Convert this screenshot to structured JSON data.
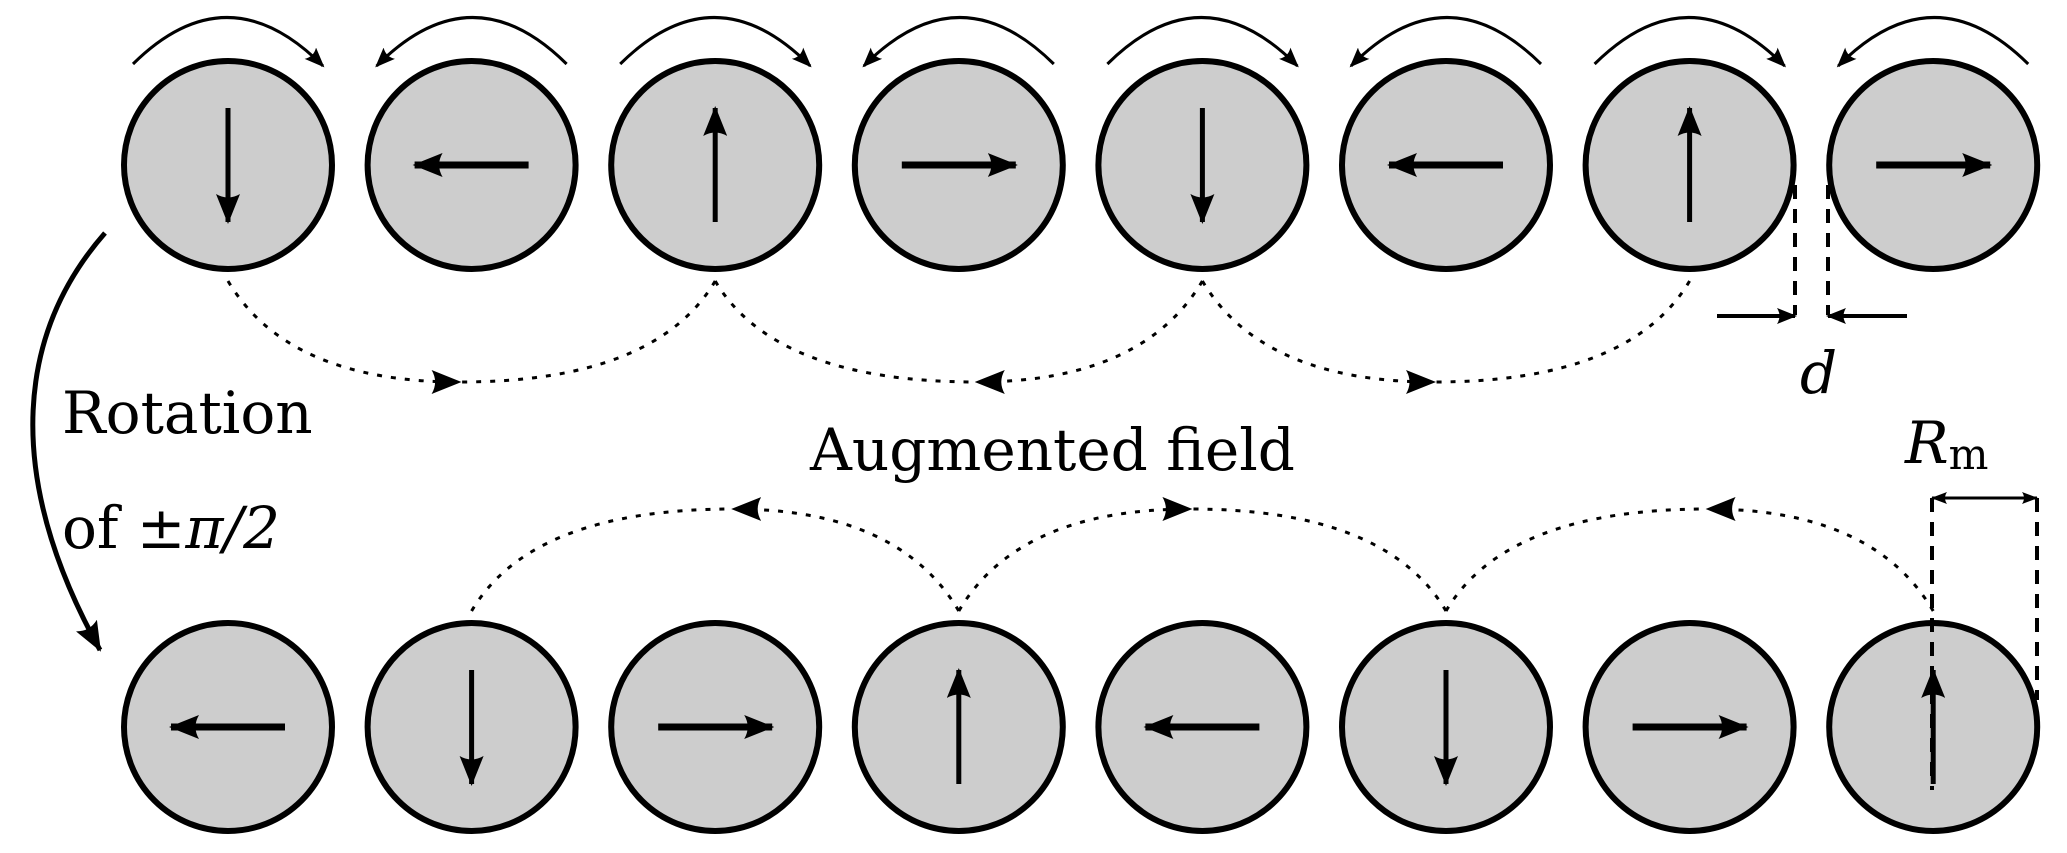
{
  "figure": {
    "description": "Two rows of magnetic disks with in-plane magnetization arrows, showing augmented field coupling and a rotation of ±π/2 between rows",
    "colors": {
      "disk_fill": "#cdcdcd",
      "stroke": "#000000",
      "background": "#ffffff"
    },
    "top_row": {
      "disk_count": 8,
      "arrow_directions": [
        "down",
        "left",
        "up",
        "right",
        "down",
        "left",
        "up",
        "right"
      ],
      "rotation_arrows": [
        "clockwise",
        "counterclockwise",
        "clockwise",
        "counterclockwise",
        "clockwise",
        "counterclockwise",
        "clockwise",
        "counterclockwise"
      ],
      "field_arcs": [
        {
          "from_disk": 1,
          "to_disk": 3,
          "arrow_points": "right"
        },
        {
          "from_disk": 3,
          "to_disk": 5,
          "arrow_points": "left"
        },
        {
          "from_disk": 5,
          "to_disk": 7,
          "arrow_points": "right"
        }
      ]
    },
    "bottom_row": {
      "disk_count": 8,
      "arrow_directions": [
        "left",
        "down",
        "right",
        "up",
        "left",
        "down",
        "right",
        "up"
      ],
      "field_arcs": [
        {
          "from_disk": 2,
          "to_disk": 4,
          "arrow_points": "left"
        },
        {
          "from_disk": 4,
          "to_disk": 6,
          "arrow_points": "right"
        },
        {
          "from_disk": 6,
          "to_disk": 8,
          "arrow_points": "left"
        }
      ]
    },
    "labels": {
      "rotation_line1": "Rotation",
      "rotation_line2_prefix": "of ",
      "rotation_line2_math": "±π/2",
      "augmented_field": "Augmented field",
      "gap": "d",
      "radius_main": "R",
      "radius_sub": "m"
    }
  }
}
